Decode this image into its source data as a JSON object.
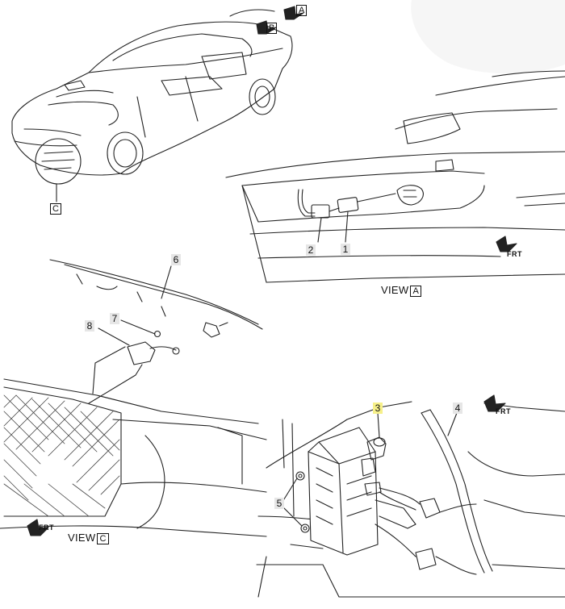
{
  "callouts": {
    "n1": "1",
    "n2": "2",
    "n3": "3",
    "n4": "4",
    "n5": "5",
    "n6": "6",
    "n7": "7",
    "n8": "8"
  },
  "view_flags": {
    "a": "A",
    "b": "B",
    "c": "C"
  },
  "view_titles": {
    "view_a_word": "VIEW",
    "view_a_letter": "A",
    "view_c_word": "VIEW",
    "view_c_letter": "C"
  },
  "direction_labels": {
    "frt_view_a": "FRT",
    "frt_view_b": "FRT",
    "frt_view_c": "FRT"
  },
  "colors": {
    "line": "#222222",
    "callout_bg": "#e6e6e6",
    "highlight": "#f6f08a"
  }
}
